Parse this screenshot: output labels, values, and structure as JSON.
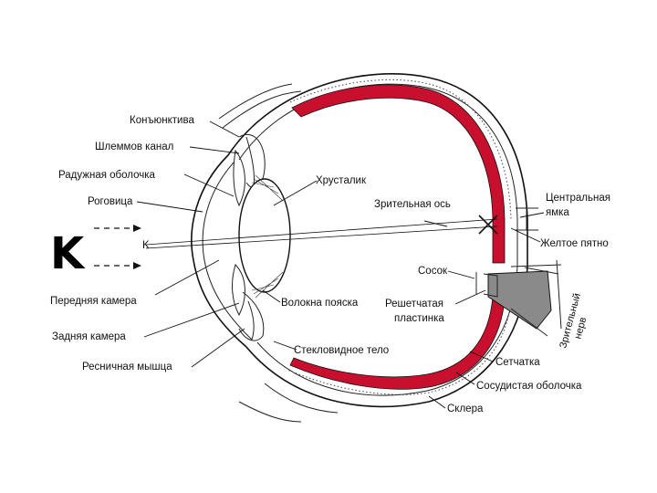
{
  "labels": {
    "conjunctiva": "Конъюнктива",
    "schlemm_canal": "Шлеммов канал",
    "iris": "Радужная  оболочка",
    "cornea": "Роговица",
    "anterior_chamber": "Передняя камера",
    "posterior_chamber": "Задняя камера",
    "ciliary_muscle": "Ресничная мышца",
    "lens": "Хрусталик",
    "zonule_fibers": "Волокна пояска",
    "vitreous_body": "Стекловидное тело",
    "visual_axis": "Зрительная ось",
    "central_fovea_1": "Центральная",
    "central_fovea_2": "ямка",
    "yellow_spot": "Желтое пятно",
    "optic_disc": "Сосок",
    "lamina_cribrosa_1": "Решетчатая",
    "lamina_cribrosa_2": "пластинка",
    "optic_nerve_1": "Зрительный",
    "optic_nerve_2": "нерв",
    "retina": "Сетчатка",
    "choroid": "Сосудистая оболочка",
    "sclera": "Склера",
    "object_letter_big": "K",
    "object_letter_small": "K",
    "axis_marker": "K"
  },
  "colors": {
    "retina_red": "#c8102e",
    "line": "#111111",
    "nerve_gray": "#8a8a8a"
  }
}
